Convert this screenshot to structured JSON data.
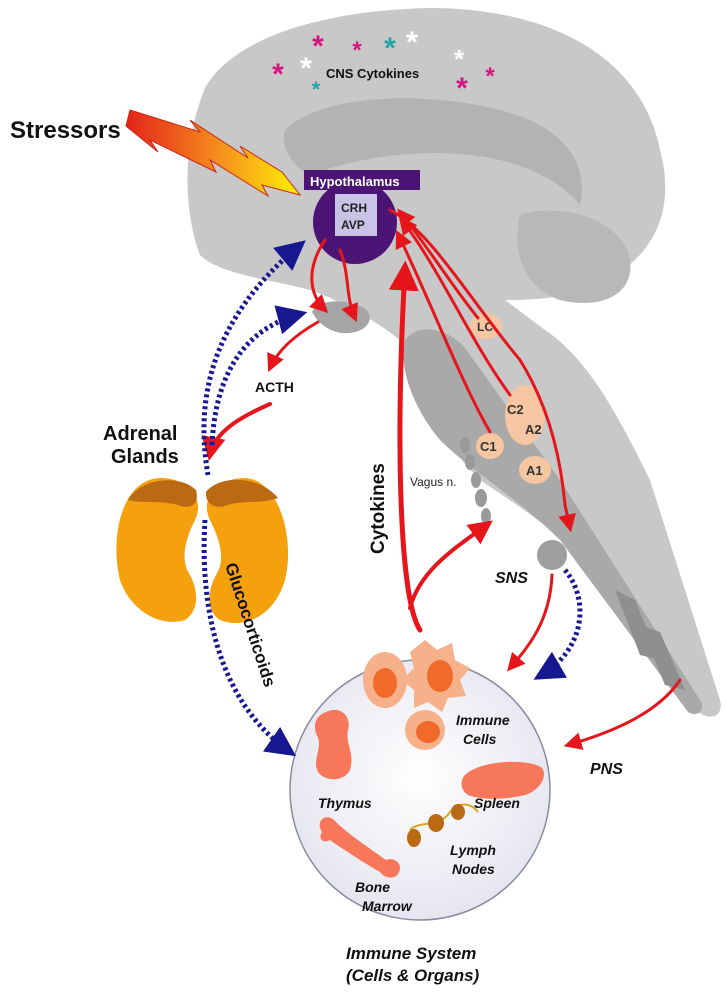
{
  "labels": {
    "stressors": "Stressors",
    "cns_cytokines": "CNS Cytokines",
    "hypothalamus": "Hypothalamus",
    "crh": "CRH",
    "avp": "AVP",
    "acth": "ACTH",
    "adrenal_line1": "Adrenal",
    "adrenal_line2": "Glands",
    "glucocorticoids": "Glucocorticoids",
    "cytokines": "Cytokines",
    "vagus": "Vagus n.",
    "lc": "LC",
    "c2": "C2",
    "a2": "A2",
    "c1": "C1",
    "a1": "A1",
    "sns": "SNS",
    "pns": "PNS",
    "immune_cells_line1": "Immune",
    "immune_cells_line2": "Cells",
    "thymus": "Thymus",
    "spleen": "Spleen",
    "lymph_line1": "Lymph",
    "lymph_line2": "Nodes",
    "bone_line1": "Bone",
    "bone_line2": "Marrow",
    "immune_system_line1": "Immune System",
    "immune_system_line2": "(Cells & Organs)"
  },
  "colors": {
    "brain": "#c8c8c8",
    "brain_dark": "#a9a9a9",
    "red_arrow": "#e4161b",
    "blue_arrow": "#17188f",
    "hypothalamus": "#4b1475",
    "crh_box": "#c9c3e6",
    "nucleus": "#f6c6a3",
    "adrenal_orange": "#f5a00d",
    "adrenal_brown": "#b96a13",
    "organ": "#f7775a",
    "cytokine_magenta": "#d4157f",
    "cytokine_teal": "#26a3a3"
  }
}
